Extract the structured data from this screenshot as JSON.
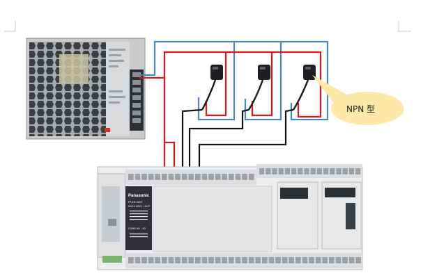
{
  "callout": {
    "label": "NPN 型"
  },
  "plc": {
    "brand": "Panasonic",
    "model": "FP-XH C60T",
    "spec_line": "IN(24 VDC) / OUT",
    "io_line": "COM0  X0 - X3"
  },
  "colors": {
    "wire_red": "#d8181c",
    "wire_blue": "#4a86b8",
    "wire_black": "#111111",
    "callout_fill": "#fce9a8",
    "plc_body": "#ecedee",
    "psu_body": "#bfc2c4"
  },
  "sensors": [
    {
      "id": "sensor-1"
    },
    {
      "id": "sensor-2"
    },
    {
      "id": "sensor-3"
    }
  ]
}
